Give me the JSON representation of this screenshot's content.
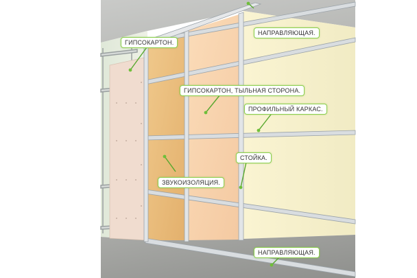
{
  "diagram": {
    "labels": {
      "gypsum_board": "ГИПСОКАРТОН.",
      "guide_top": "НАПРАВЛЯЮЩАЯ.",
      "gypsum_back": "ГИПСОКАРТОН, ТЫЛЬНАЯ СТОРОНА.",
      "profile_frame": "ПРОФИЛЬНЫЙ КАРКАС.",
      "stud": "СТОЙКА.",
      "insulation": "ЗВУКОИЗОЛЯЦИЯ.",
      "guide_bottom": "НАПРАВЛЯЮЩАЯ."
    },
    "colors": {
      "callout_border": "#8ccf4f",
      "leader_line": "#58a82e",
      "insulation": "#e9bc7c",
      "gypsum_back": "#f8d3ae",
      "gypsum_front": "#f2ddd0",
      "wall_back": "#f7f1c9",
      "metal_profile": "#d9dde0"
    }
  }
}
